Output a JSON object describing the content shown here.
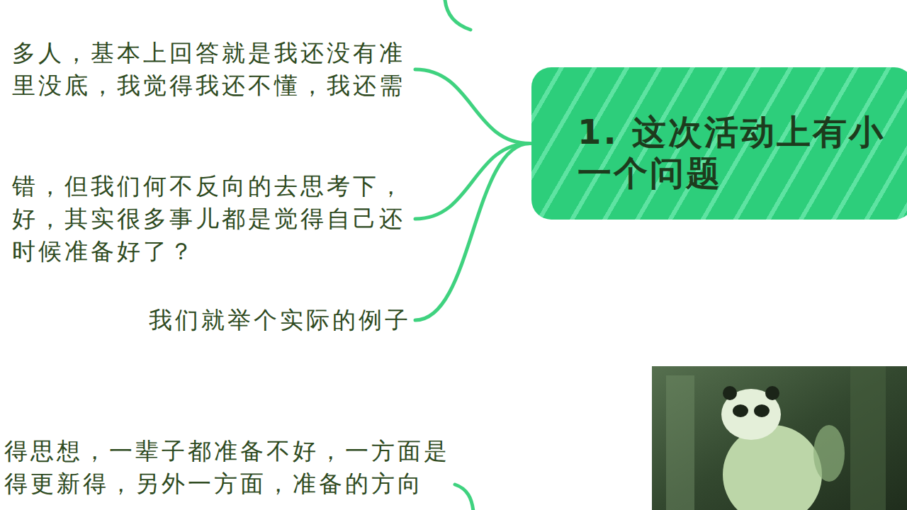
{
  "diagram": {
    "nodes": [
      {
        "text": [
          "1. 这次活动上有小 一个问题"
        ]
      },
      {
        "text": [
          "多人，基本上回答就是我还没有准 里没底，我觉得我还不懂，我还需"
        ]
      },
      {
        "text": [
          "错，但我们何不反向的去思考下， 好，其实很多事儿都是觉得自己还 时候准备好了？"
        ]
      },
      {
        "text": [
          "我们就举个实际的例子"
        ]
      }
    ],
    "edges": [
      {
        "from": 0,
        "to": 1,
        "arrow": "none"
      },
      {
        "from": 0,
        "to": 2,
        "arrow": "none"
      },
      {
        "from": 0,
        "to": 3,
        "arrow": "none"
      }
    ],
    "labels": [
      "得思想，一辈子都准备不好，一方面是 得更新得，另外一方面，准备的方向"
    ]
  }
}
